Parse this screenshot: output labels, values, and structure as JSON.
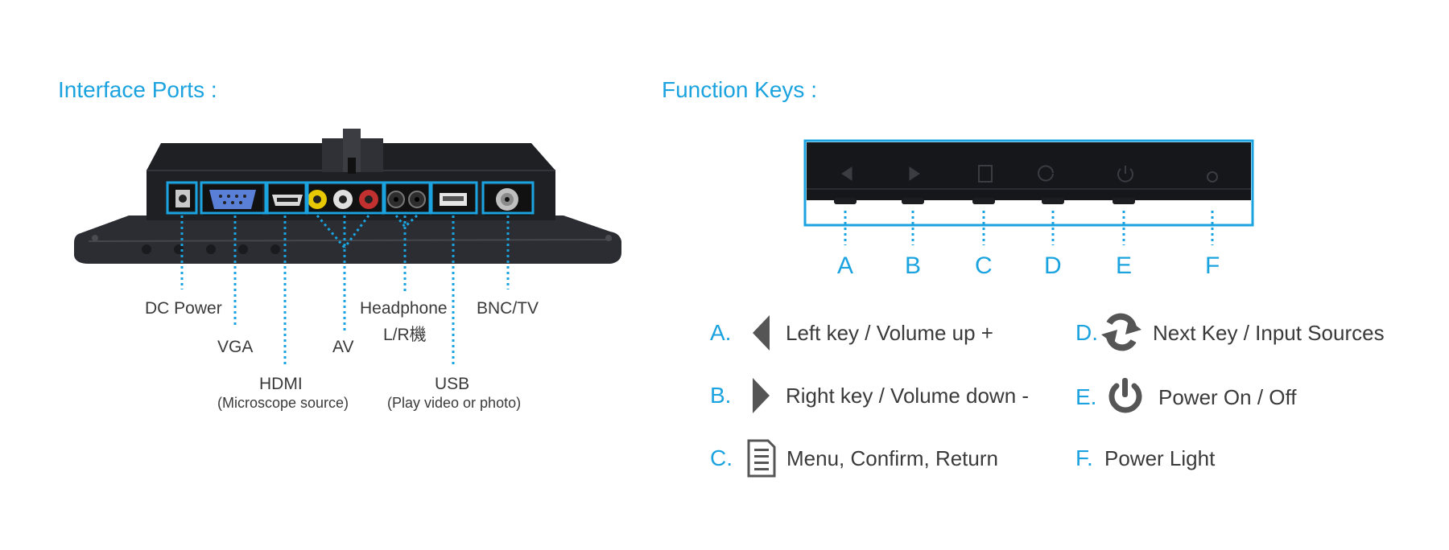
{
  "headings": {
    "ports": "Interface Ports :",
    "keys": "Function Keys :"
  },
  "ports": {
    "dc": "DC Power",
    "vga": "VGA",
    "hdmi": "HDMI",
    "hdmi_sub": "(Microscope source)",
    "av": "AV",
    "headphone": "Headphone",
    "headphone_sub": "L/R機",
    "usb": "USB",
    "usb_sub": "(Play video or photo)",
    "bnc": "BNC/TV"
  },
  "key_letters": [
    "A",
    "B",
    "C",
    "D",
    "E",
    "F"
  ],
  "legend": [
    {
      "letter": "A.",
      "icon": "triangle-left-icon",
      "text": "Left key / Volume up +"
    },
    {
      "letter": "B.",
      "icon": "triangle-right-icon",
      "text": "Right key / Volume down -"
    },
    {
      "letter": "C.",
      "icon": "menu-document-icon",
      "text": "Menu, Confirm, Return"
    },
    {
      "letter": "D.",
      "icon": "refresh-icon",
      "text": "Next  Key / Input Sources"
    },
    {
      "letter": "E.",
      "icon": "power-icon",
      "text": "Power On / Off"
    },
    {
      "letter": "F.",
      "icon": "",
      "text": "Power Light"
    }
  ],
  "colors": {
    "accent": "#1aa3df",
    "text": "#3a3a3a",
    "device": "#2c2e33"
  }
}
